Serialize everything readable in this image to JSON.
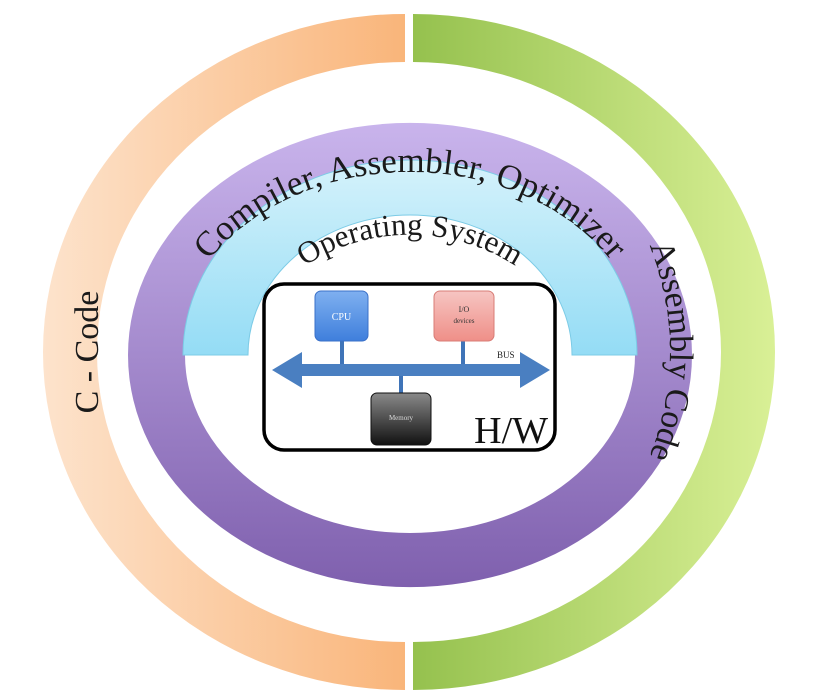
{
  "layers": {
    "outer_left": {
      "label": "C - Code",
      "color": "#f9b87a"
    },
    "outer_right": {
      "label": "Assembly Code",
      "color": "#9fcb5a"
    },
    "middle": {
      "label": "Compiler, Assembler, Optimizer",
      "color": "#9b7fc8"
    },
    "inner": {
      "label": "Operating System",
      "color": "#a8e2f6"
    }
  },
  "hardware": {
    "label": "H/W",
    "cpu": "CPU",
    "io_line1": "I/O",
    "io_line2": "devices",
    "memory": "Memory",
    "bus": "BUS"
  }
}
